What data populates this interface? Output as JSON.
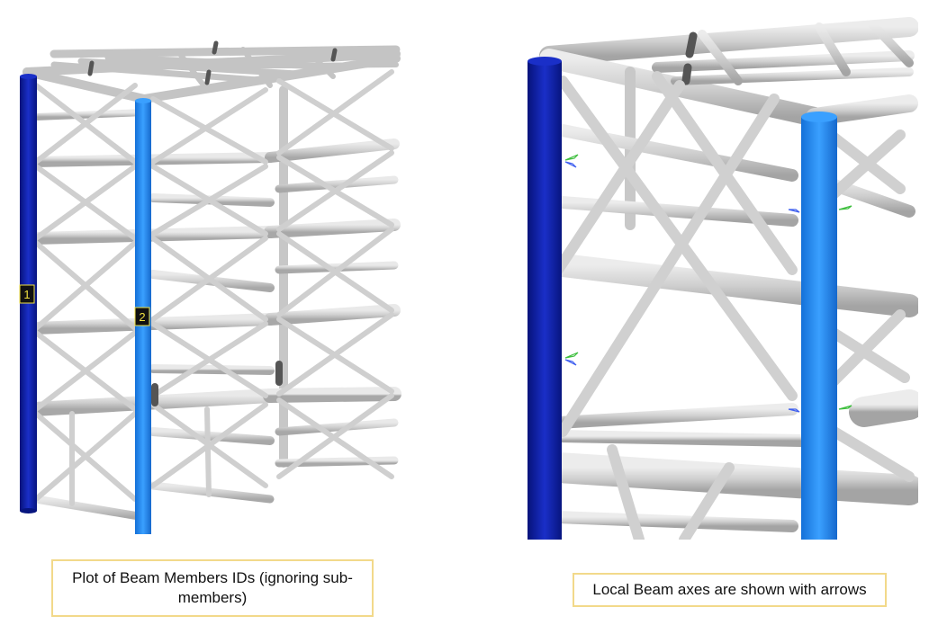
{
  "left_plot": {
    "member_labels": [
      "1",
      "2"
    ]
  },
  "captions": {
    "left": "Plot of Beam Members IDs (ignoring sub-members)",
    "right": "Local Beam axes are shown with arrows"
  },
  "colors": {
    "member_1": "#0a1fa8",
    "member_2": "#1e88f0",
    "frame": "#d2d2d2",
    "label_bg": "#111111",
    "label_text": "#f0e040",
    "caption_border": "#f2d98a",
    "axis_green": "#3fbf3f",
    "axis_blue": "#3f5fef"
  },
  "icons": [
    "beam-axis-arrow-icon"
  ]
}
